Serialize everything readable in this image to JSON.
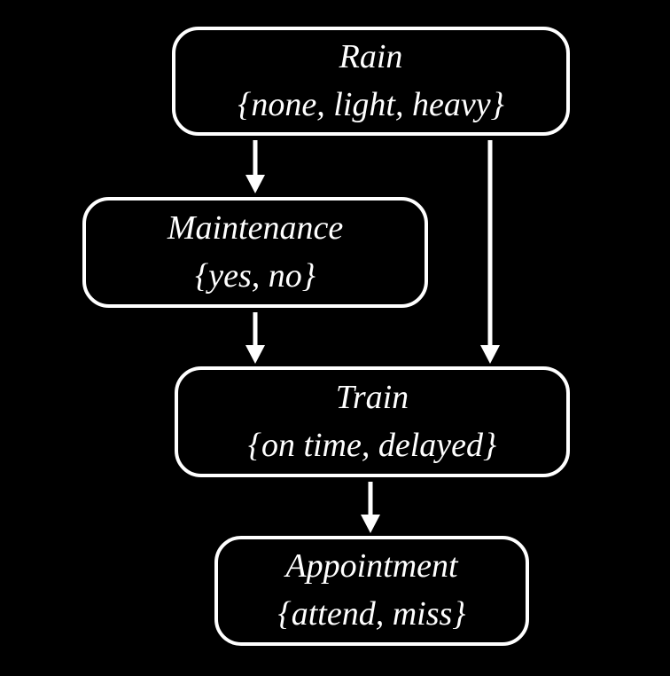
{
  "diagram": {
    "type": "bayesian-network",
    "background_color": "#000000",
    "node_border_color": "#ffffff",
    "text_color": "#ffffff",
    "nodes": [
      {
        "id": "rain",
        "name": "Rain",
        "values": "{none, light, heavy}"
      },
      {
        "id": "maintenance",
        "name": "Maintenance",
        "values": "{yes, no}"
      },
      {
        "id": "train",
        "name": "Train",
        "values": "{on time, delayed}"
      },
      {
        "id": "appointment",
        "name": "Appointment",
        "values": "{attend, miss}"
      }
    ],
    "edges": [
      {
        "from": "rain",
        "to": "maintenance"
      },
      {
        "from": "rain",
        "to": "train"
      },
      {
        "from": "maintenance",
        "to": "train"
      },
      {
        "from": "train",
        "to": "appointment"
      }
    ]
  }
}
